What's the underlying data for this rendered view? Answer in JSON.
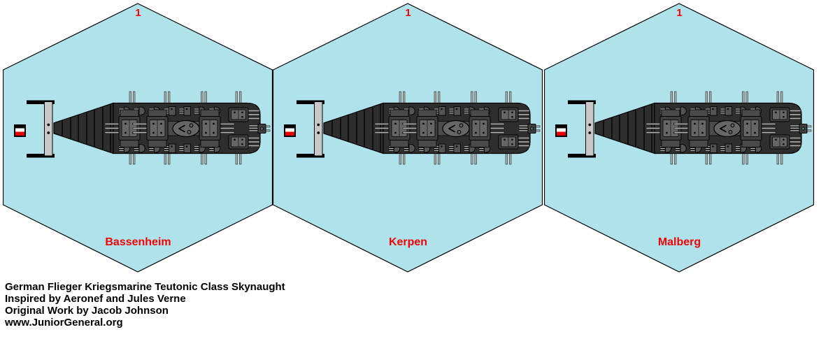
{
  "colors": {
    "page_bg": "#ffffff",
    "hex_fill": "#b0e2ec",
    "hex_border": "#000000",
    "label_red": "#f40000",
    "footer_text": "#000000",
    "hull_dark": "#2e2e2e",
    "turret_gray": "#3f3f3f",
    "turret_inner_gray": "#666666",
    "plate_gray": "#4a4a4a",
    "gun_gray": "#545454",
    "metal_light": "#b4b4b4",
    "strut_gray": "#c8c8c8",
    "flag_white": "#ffffff",
    "flag_red": "#e60000"
  },
  "icons": {
    "ship": "skynaught-airship-top-view-icon",
    "flag": "german-empire-flag-icon"
  },
  "counters": [
    {
      "number": "1",
      "name": "Bassenheim"
    },
    {
      "number": "1",
      "name": "Kerpen"
    },
    {
      "number": "1",
      "name": "Malberg"
    }
  ],
  "footer": {
    "lines": [
      "German Flieger Kriegsmarine Teutonic Class Skynaught",
      "Inspired by Aeronef and Jules Verne",
      "Original Work by Jacob Johnson",
      "www.JuniorGeneral.org"
    ]
  }
}
